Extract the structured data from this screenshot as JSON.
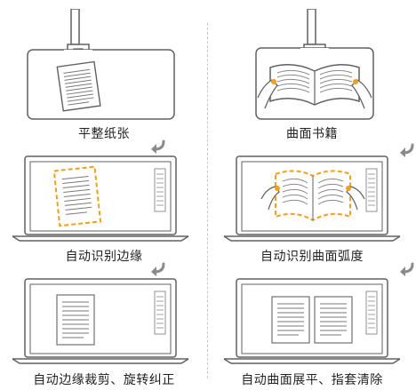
{
  "left": {
    "step1_caption": "平整纸张",
    "step2_caption": "自动识别边缘",
    "step3_caption": "自动边缘裁剪、旋转纠正"
  },
  "right": {
    "step1_caption": "曲面书籍",
    "step2_caption": "自动识别曲面弧度",
    "step3_caption": "自动曲面展平、指套清除"
  },
  "colors": {
    "line": "#606060",
    "accent": "#f0a020",
    "divider": "#c8c8c8",
    "arrow": "#8a8a8a"
  },
  "icons": [
    "scanner-flat-paper-icon",
    "scanner-book-icon",
    "laptop-icon",
    "arrow-down-icon"
  ]
}
